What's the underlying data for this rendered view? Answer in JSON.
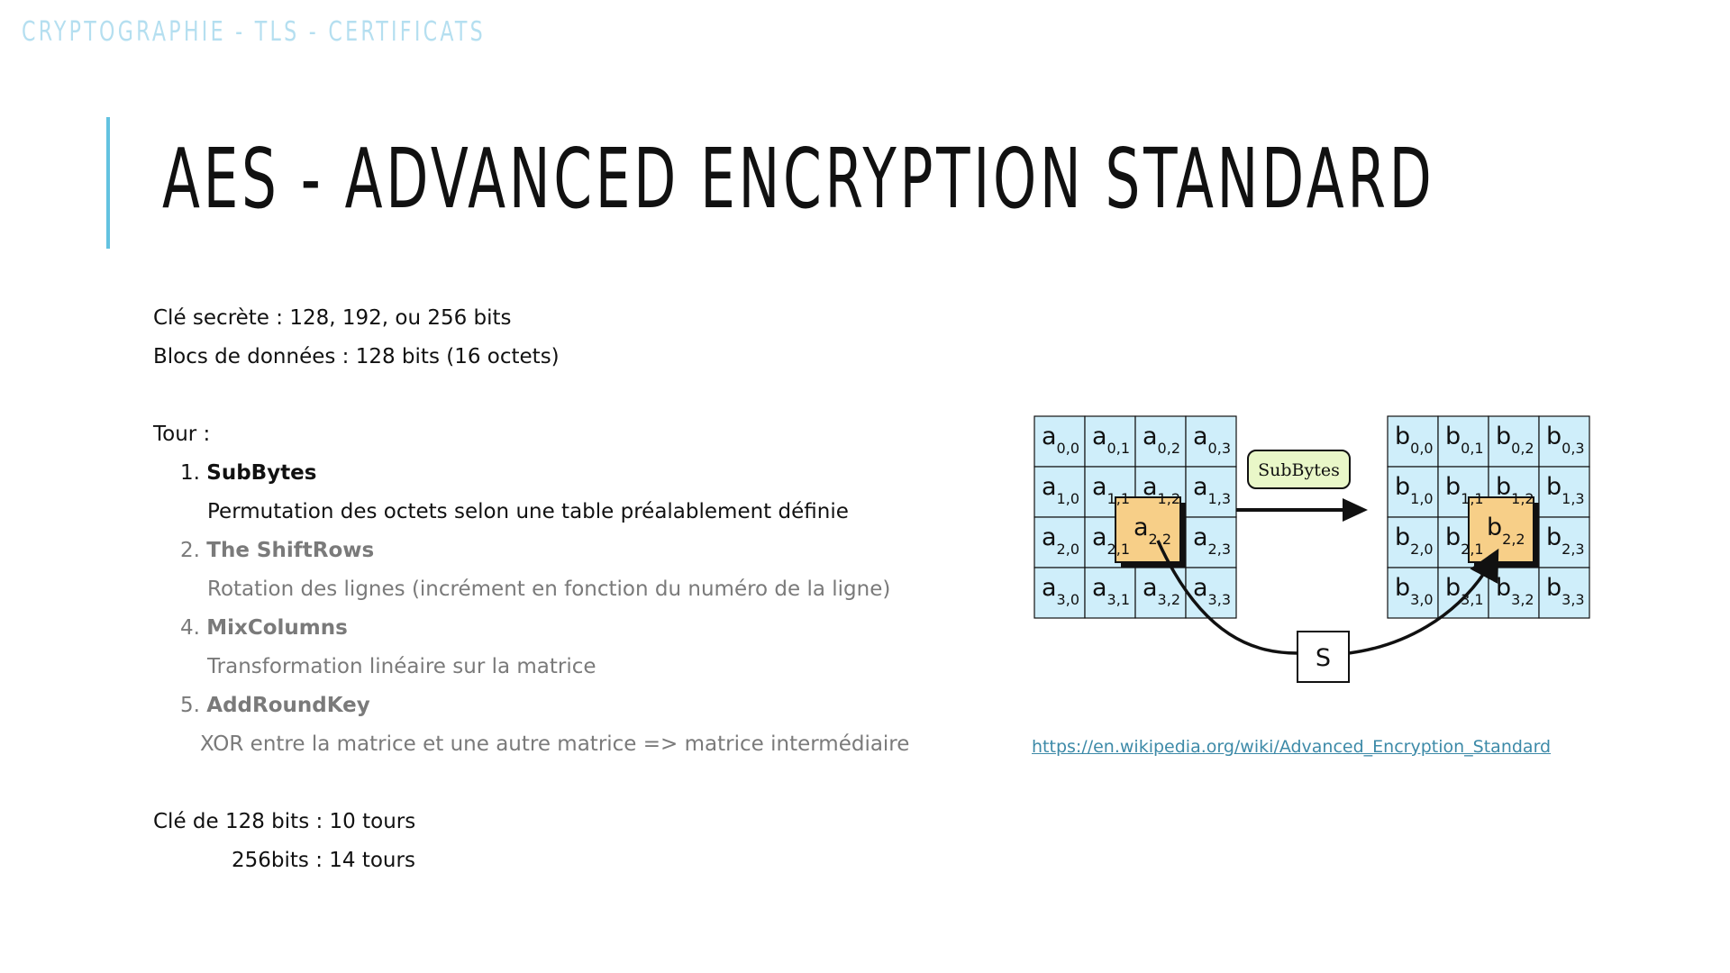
{
  "header": {
    "title": "CRYPTOGRAPHIE - TLS - CERTIFICATS"
  },
  "slide": {
    "title": "AES - ADVANCED ENCRYPTION STANDARD"
  },
  "content": {
    "key_size": "Clé secrète : 128, 192, ou 256 bits",
    "block_size": "Blocs de données : 128 bits (16 octets)",
    "round_label": "Tour :",
    "steps": [
      {
        "num": "1.",
        "name": "SubBytes",
        "desc": "Permutation des octets selon une table préalablement définie",
        "active": true
      },
      {
        "num": "2.",
        "name": "The ShiftRows",
        "desc": "Rotation des lignes (incrément en fonction du numéro de la ligne)",
        "active": false
      },
      {
        "num": "4.",
        "name": "MixColumns",
        "desc": "Transformation linéaire sur la matrice",
        "active": false
      },
      {
        "num": "5.",
        "name": "AddRoundKey",
        "desc": "XOR entre la matrice et une autre matrice => matrice intermédiaire",
        "active": false
      }
    ],
    "rounds_128": "Clé de 128 bits : 10 tours",
    "rounds_256": "256bits : 14 tours"
  },
  "diagram": {
    "input_letter": "a",
    "output_letter": "b",
    "operation_label": "SubBytes",
    "sbox_label": "S",
    "highlight_cell": [
      2,
      2
    ],
    "colors": {
      "cell": "#cfeefa",
      "highlight": "#f7cf88",
      "operation_box": "#e9f7c8"
    }
  },
  "source_link": "https://en.wikipedia.org/wiki/Advanced_Encryption_Standard"
}
